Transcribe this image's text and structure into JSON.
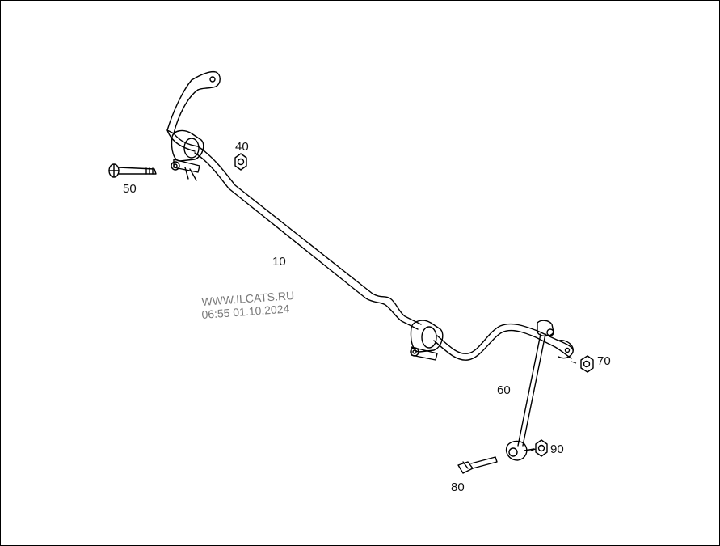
{
  "diagram": {
    "parts": [
      {
        "number": "10",
        "name": "stabilizer-bar"
      },
      {
        "number": "40",
        "name": "nut"
      },
      {
        "number": "50",
        "name": "bolt"
      },
      {
        "number": "60",
        "name": "link-rod"
      },
      {
        "number": "70",
        "name": "nut"
      },
      {
        "number": "80",
        "name": "bolt"
      },
      {
        "number": "90",
        "name": "nut"
      }
    ],
    "watermark": {
      "line1": "WWW.ILCATS.RU",
      "line2": "06:55 01.10.2024"
    },
    "colors": {
      "line": "#000000",
      "background": "#ffffff",
      "watermark": "#7a7a7a"
    }
  }
}
